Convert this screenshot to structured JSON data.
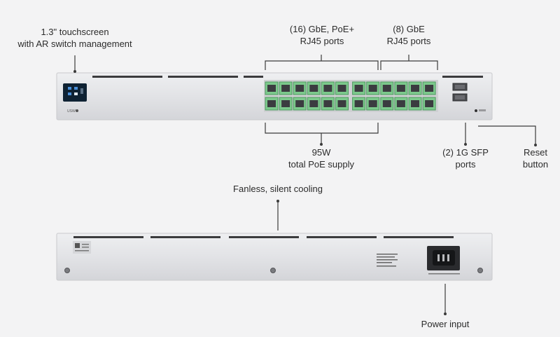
{
  "callouts": {
    "touchscreen": [
      "1.3\" touchscreen",
      "with AR switch management"
    ],
    "poe_ports": [
      "(16) GbE, PoE+",
      "RJ45 ports"
    ],
    "gbe_ports": [
      "(8) GbE",
      "RJ45 ports"
    ],
    "poe_supply": [
      "95W",
      "total PoE supply"
    ],
    "sfp_ports": [
      "(2) 1G SFP",
      "ports"
    ],
    "reset_button": [
      "Reset",
      "button"
    ],
    "cooling": "Fanless, silent cooling",
    "power_input": "Power input"
  },
  "colors": {
    "background": "#f3f3f4",
    "chassis": "#e4e5e7",
    "port_green": "#7cc98c",
    "line": "#3a3a3a"
  }
}
